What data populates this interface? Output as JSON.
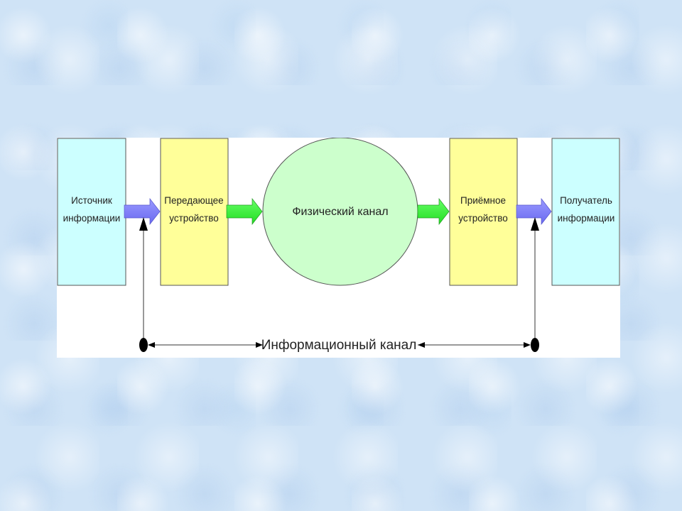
{
  "diagram": {
    "source": {
      "line1": "Источник",
      "line2": "информации",
      "color": "#ccffff"
    },
    "transmitter": {
      "line1": "Передающее",
      "line2": "устройство",
      "color": "#ffff99"
    },
    "physical_channel": {
      "label": "Физический канал",
      "color": "#ccffcc"
    },
    "receiver": {
      "line1": "Приёмное",
      "line2": "устройство",
      "color": "#ffff99"
    },
    "recipient": {
      "line1": "Получатель",
      "line2": "информации",
      "color": "#ccffff"
    },
    "information_channel": {
      "label": "Информационный канал"
    },
    "arrow_colors": {
      "blue": "#8080ff",
      "green": "#33ff33"
    }
  }
}
